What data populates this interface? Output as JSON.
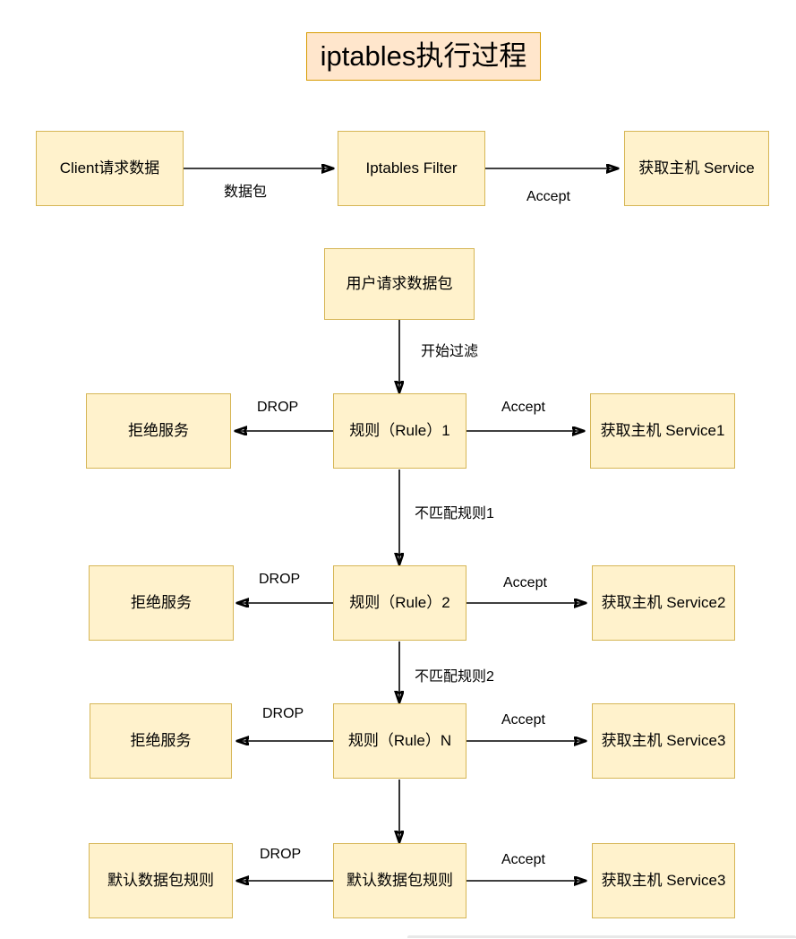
{
  "diagram": {
    "title": "iptables执行过程",
    "type": "flowchart",
    "colors": {
      "node_fill": "#fff2cc",
      "node_border": "#d6b656",
      "title_fill": "#ffe6cc",
      "title_border": "#d79b00",
      "edge": "#000000",
      "text": "#000000"
    },
    "nodes": {
      "title": "iptables执行过程",
      "client_request": "Client请求数据",
      "iptables_filter": "Iptables Filter",
      "host_service": "获取主机 Service",
      "user_packet": "用户请求数据包",
      "rule1": "规则（Rule）1",
      "rule2": "规则（Rule）2",
      "ruleN": "规则（Rule）N",
      "default_rule": "默认数据包规则",
      "deny1": "拒绝服务",
      "deny2": "拒绝服务",
      "denyN": "拒绝服务",
      "deny_default": "默认数据包规则",
      "service1": "获取主机 Service1",
      "service2": "获取主机 Service2",
      "service3": "获取主机 Service3",
      "service3b": "获取主机 Service3"
    },
    "edge_labels": {
      "packet": "数据包",
      "accept_top": "Accept",
      "start_filter": "开始过滤",
      "drop1": "DROP",
      "accept1": "Accept",
      "nomatch1": "不匹配规则1",
      "drop2": "DROP",
      "accept2": "Accept",
      "nomatch2": "不匹配规则2",
      "dropN": "DROP",
      "acceptN": "Accept",
      "drop_default": "DROP",
      "accept_default": "Accept"
    }
  }
}
